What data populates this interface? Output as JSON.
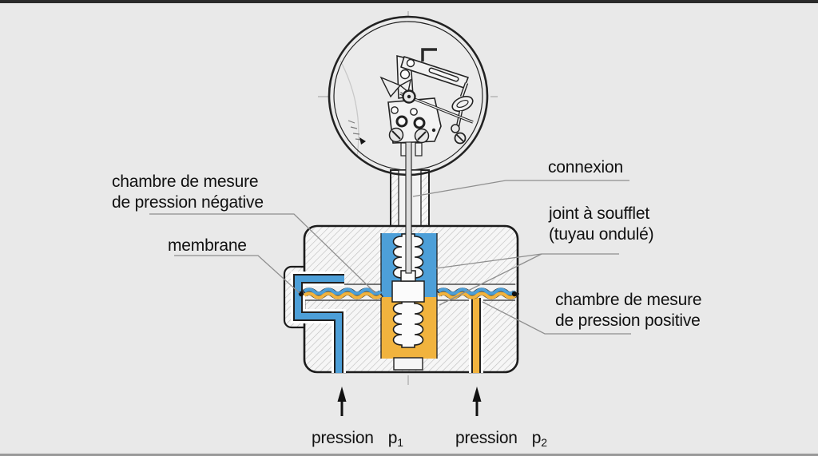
{
  "colors": {
    "background": "#E9E9E9",
    "outline": "#1C1C1C",
    "negative_pressure_blue": "#4D9FD8",
    "positive_pressure_yellow": "#F1B33E",
    "hatch_gray": "#BDBDBD",
    "leader_gray": "#8F8F8F",
    "arrow_black": "#111111"
  },
  "labels": {
    "negative_chamber": {
      "line1": "chambre de mesure",
      "line2": "de pression négative"
    },
    "membrane": {
      "text": "membrane"
    },
    "connection": {
      "text": "connexion"
    },
    "bellows_joint": {
      "line1": "joint à soufflet",
      "line2": "(tuyau ondulé)"
    },
    "positive_chamber": {
      "line1": "chambre de mesure",
      "line2": "de pression positive"
    },
    "pressure_p1": {
      "word": "pression",
      "symbol": "p",
      "subscript": "1"
    },
    "pressure_p2": {
      "word": "pression",
      "symbol": "p",
      "subscript": "2"
    }
  }
}
